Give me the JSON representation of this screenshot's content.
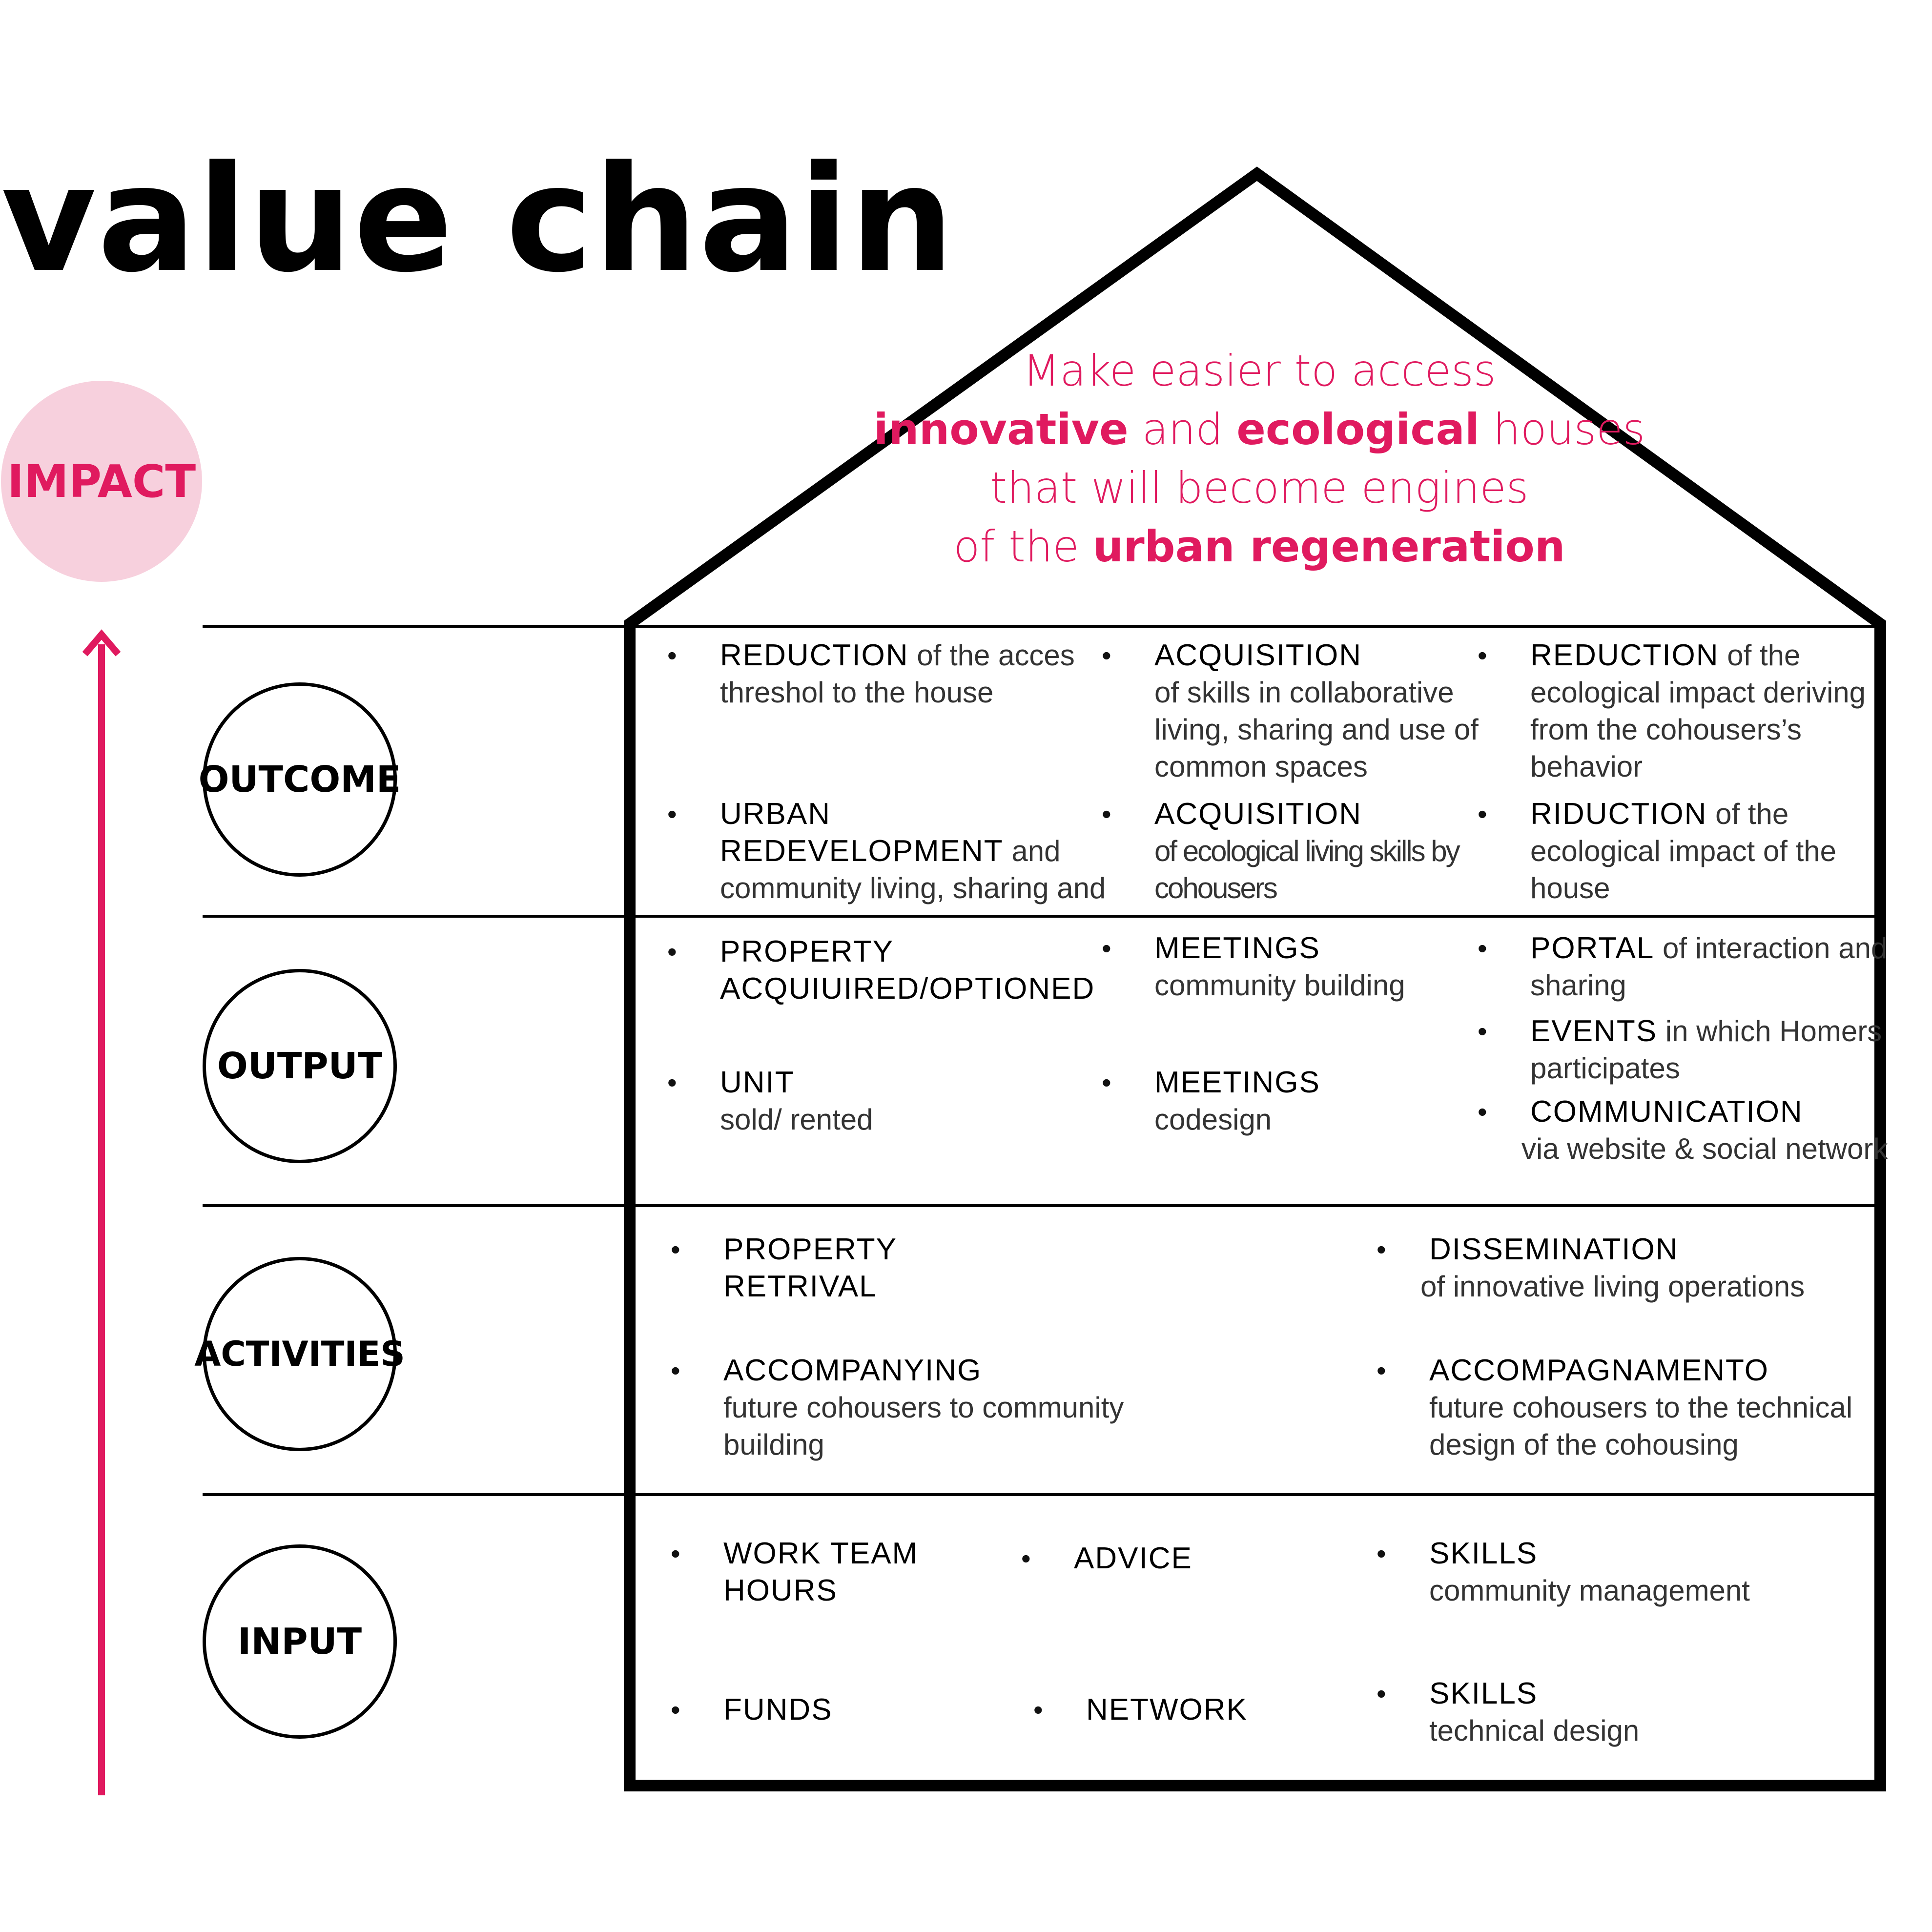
{
  "title": "value chain",
  "impact": {
    "label": "IMPACT"
  },
  "levels": {
    "outcome": "OUTCOME",
    "output": "OUTPUT",
    "activities": "ACTIVITIES",
    "input": "INPUT"
  },
  "headline": {
    "line1": "Make easier to access",
    "line2_a": "innovative",
    "line2_b": " and ",
    "line2_c": "ecological",
    "line2_d": " houses",
    "line3": "that will become engines",
    "line4_a": "of the ",
    "line4_b": "urban regeneration"
  },
  "outcome": [
    {
      "key": "REDUCTION",
      "rest": " of the acces",
      "line2": "threshol to the house",
      "line3": "",
      "line4": ""
    },
    {
      "key": "ACQUISITION",
      "rest": "",
      "line2": "of skills in collaborative",
      "line3": "living, sharing and use of",
      "line4": "common spaces"
    },
    {
      "key": "REDUCTION",
      "rest": "  of the",
      "line2": "ecological impact deriving",
      "line3": "from the cohousers’s",
      "line4": "behavior"
    },
    {
      "key": "URBAN",
      "rest": "",
      "line2a": "REDEVELOPMENT",
      "line2b": " and",
      "line3": "community living, sharing and"
    },
    {
      "key": "ACQUISITION",
      "rest": "",
      "line2": "of ecological living skills by",
      "line3": "cohousers"
    },
    {
      "key": "RIDUCTION",
      "rest": "  of the",
      "line2": "ecological impact of the",
      "line3": "house"
    }
  ],
  "output": [
    {
      "key": "PROPERTY",
      "line2": "ACQUIUIRED/OPTIONED"
    },
    {
      "key": "MEETINGS",
      "line2": "community building"
    },
    {
      "key": "PORTAL",
      "rest": " of interaction and",
      "line2": "sharing"
    },
    {
      "key": "UNIT",
      "line2": "sold/ rented"
    },
    {
      "key": "MEETINGS",
      "line2": "codesign"
    },
    {
      "key": "EVENTS",
      "rest": "  in which Homers",
      "line2": "participates"
    },
    {
      "key": "COMMUNICATION",
      "line2": "via website & social network"
    }
  ],
  "activities": [
    {
      "key": "PROPERTY",
      "line2": "RETRIVAL"
    },
    {
      "key": "DISSEMINATION",
      "line2": "of innovative living operations"
    },
    {
      "key": "ACCOMPANYING",
      "line2": "future cohousers to community",
      "line3": "building"
    },
    {
      "key": "ACCOMPAGNAMENTO",
      "line2": "future cohousers to the technical",
      "line3": "design of the cohousing"
    }
  ],
  "input": [
    {
      "key": "WORK TEAM",
      "line2": "HOURS"
    },
    {
      "key": "ADVICE"
    },
    {
      "key": "SKILLS",
      "line2": "community management"
    },
    {
      "key": "FUNDS"
    },
    {
      "key": "NETWORK"
    },
    {
      "key": "SKILLS",
      "line2": "technical design"
    }
  ],
  "bullet": "•",
  "colors": {
    "accent": "#e01a5f",
    "impact_fill": "#f7d0dd",
    "line": "#000000"
  }
}
